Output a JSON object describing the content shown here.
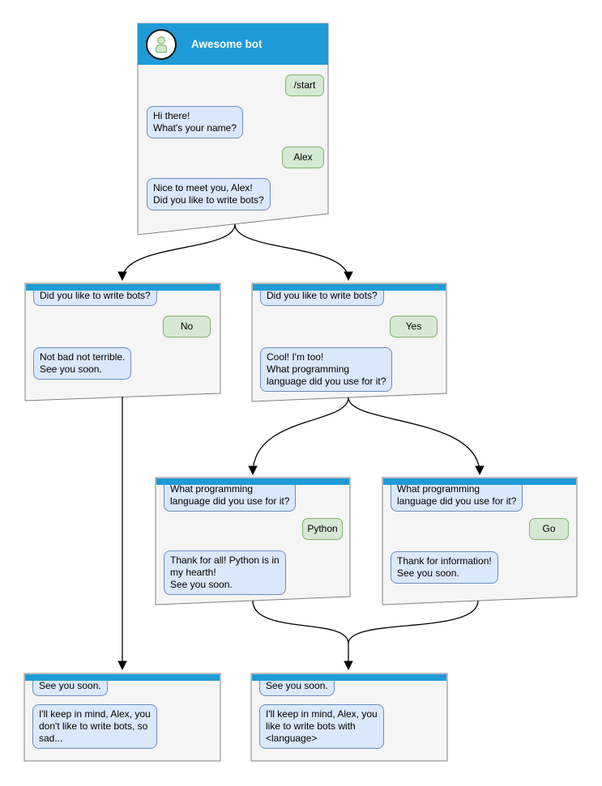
{
  "colors": {
    "header_blue": "#1E9BD7",
    "bot_bubble_fill": "#DAE8FC",
    "bot_bubble_border": "#6C8EBF",
    "user_bubble_fill": "#D5E8D4",
    "user_bubble_border": "#82B366",
    "card_fill": "#F5F5F5",
    "card_border": "#7F7F7F",
    "arrow": "#000000"
  },
  "nodes": [
    {
      "name": "start-window",
      "title": "Awesome bot",
      "avatar_icon": "person-icon",
      "messages": [
        {
          "from": "user",
          "text": "/start"
        },
        {
          "from": "bot",
          "text": "Hi there!\nWhat's your name?"
        },
        {
          "from": "user",
          "text": "Alex"
        },
        {
          "from": "bot",
          "text": "Nice to meet you, Alex!\nDid you like to write bots?"
        }
      ]
    },
    {
      "name": "branch-no",
      "messages": [
        {
          "from": "bot",
          "text": "Did you like to write bots?"
        },
        {
          "from": "user",
          "text": "No"
        },
        {
          "from": "bot",
          "text": "Not bad not terrible.\nSee you soon."
        }
      ]
    },
    {
      "name": "branch-yes",
      "messages": [
        {
          "from": "bot",
          "text": "Did you like to write bots?"
        },
        {
          "from": "user",
          "text": "Yes"
        },
        {
          "from": "bot",
          "text": "Cool! I'm too!\nWhat programming\nlanguage did you use for it?"
        }
      ]
    },
    {
      "name": "branch-python",
      "messages": [
        {
          "from": "bot",
          "text": "What programming\nlanguage did you use for it?"
        },
        {
          "from": "user",
          "text": "Python"
        },
        {
          "from": "bot",
          "text": "Thank for all! Python is in\nmy hearth!\nSee you soon."
        }
      ]
    },
    {
      "name": "branch-go",
      "messages": [
        {
          "from": "bot",
          "text": "What programming\nlanguage did you use for it?"
        },
        {
          "from": "user",
          "text": "Go"
        },
        {
          "from": "bot",
          "text": "Thank for information!\nSee you soon."
        }
      ]
    },
    {
      "name": "end-no",
      "messages": [
        {
          "from": "bot",
          "text": "See you soon."
        },
        {
          "from": "bot",
          "text": "I'll keep in mind, Alex, you\ndon't like to write bots, so\nsad..."
        }
      ]
    },
    {
      "name": "end-yes",
      "messages": [
        {
          "from": "bot",
          "text": "See you soon."
        },
        {
          "from": "bot",
          "text": "I'll keep in mind, Alex, you\nlike to write bots with\n<language>"
        }
      ]
    }
  ]
}
